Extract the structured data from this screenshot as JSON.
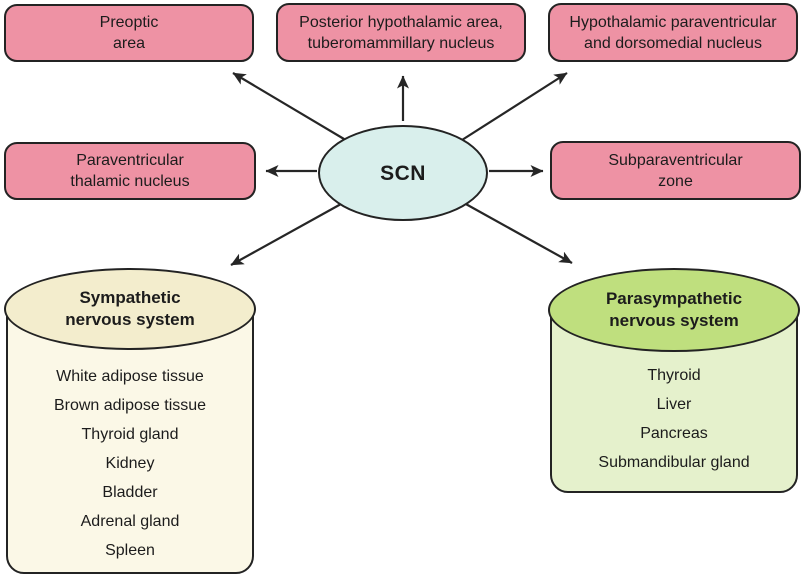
{
  "diagram": {
    "center": {
      "label": "SCN"
    },
    "targets": {
      "preoptic": "Preoptic\narea",
      "posterior": "Posterior hypothalamic area,\ntuberomammillary nucleus",
      "hypothalamic_pvn": "Hypothalamic paraventricular\nand dorsomedial nucleus",
      "paraventricular_thalamic": "Paraventricular\nthalamic nucleus",
      "subparaventricular": "Subparaventricular\nzone"
    },
    "sympathetic": {
      "title": "Sympathetic\nnervous system",
      "organs": [
        "White adipose tissue",
        "Brown adipose tissue",
        "Thyroid gland",
        "Kidney",
        "Bladder",
        "Adrenal gland",
        "Spleen"
      ]
    },
    "parasympathetic": {
      "title": "Parasympathetic\nnervous system",
      "organs": [
        "Thyroid",
        "Liver",
        "Pancreas",
        "Submandibular gland"
      ]
    },
    "colors": {
      "box_pink": "#ee92a4",
      "scn_fill": "#d9efec",
      "sympathetic_header": "#f3edcd",
      "sympathetic_body": "#fbf8e7",
      "parasympathetic_header": "#bfdf7e",
      "parasympathetic_body": "#e5f1cc",
      "stroke": "#232323",
      "arrow": "#262626",
      "text": "#1c1c1c"
    }
  }
}
